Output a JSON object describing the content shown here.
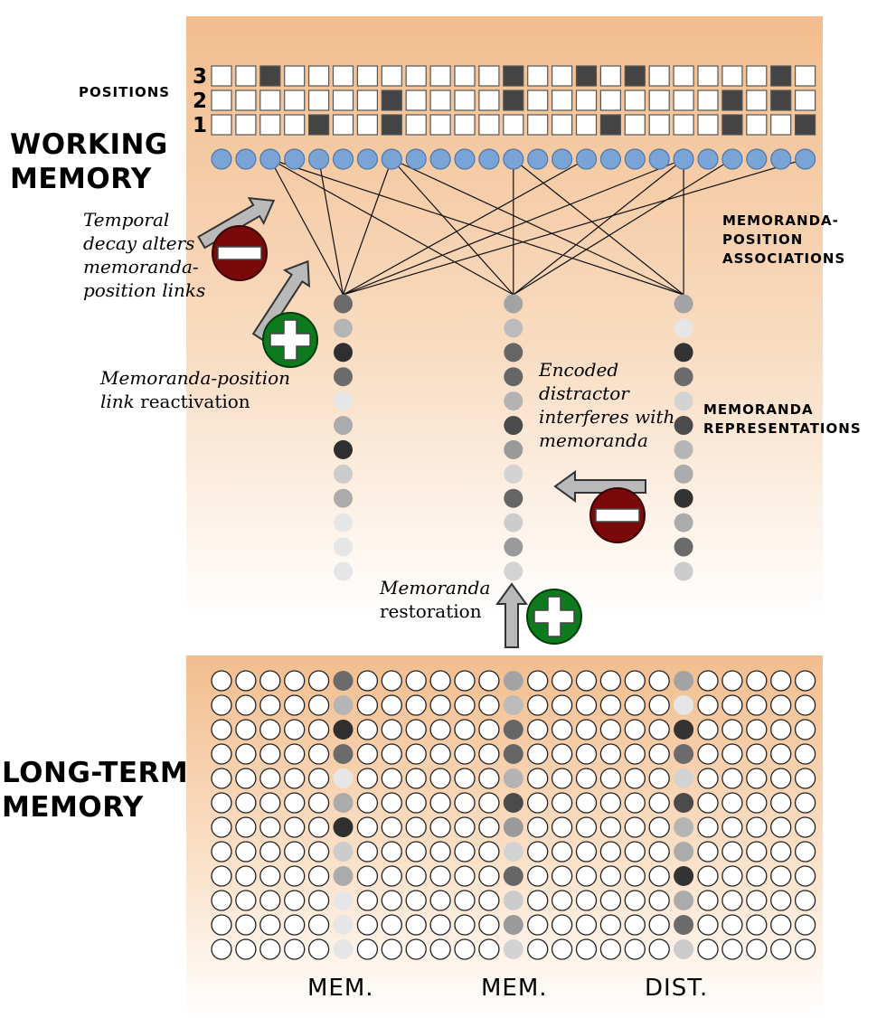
{
  "labels": {
    "working_memory": [
      "WORKING",
      "MEMORY"
    ],
    "long_term_memory": [
      "LONG-TERM",
      "MEMORY"
    ],
    "positions": "POSITIONS",
    "position_numbers": [
      "3",
      "2",
      "1"
    ],
    "associations": [
      "MEMORANDA-",
      "POSITION",
      "ASSOCIATIONS"
    ],
    "representations": [
      "MEMORANDA",
      "REPRESENTATIONS"
    ]
  },
  "annotations": {
    "temporal_decay": [
      "Temporal",
      "decay alters",
      "memoranda-",
      "position links"
    ],
    "reactivation_italic": "Memoranda-position",
    "reactivation_line2_italic": "link",
    "reactivation_line2_plain": " reactivation",
    "distractor": [
      "Encoded",
      "distractor",
      "interferes with",
      "memoranda"
    ],
    "restoration_italic": "Memoranda",
    "restoration_plain": "restoration"
  },
  "column_labels": [
    "MEM.",
    "MEM.",
    "DIST."
  ],
  "colors": {
    "panel_top": "#f2bd8e",
    "panel_bottom": "#ffffff",
    "node_blue": "#7aa3d6",
    "filled_square": "#444444",
    "minus_badge": "#7a0a0a",
    "plus_badge": "#0c7a1d",
    "arrow_fill": "#b9b9b9"
  },
  "diagram": {
    "position_grid": {
      "row3": "0010000000001001010000010",
      "row2": "0000000100001000000001010",
      "row1": "0000100100000000100001001"
    },
    "memory_columns": [
      {
        "name": "MEM.",
        "column_index": 5,
        "shades": [
          "#6b6b6b",
          "#b5b5b5",
          "#2f2f2f",
          "#6b6b6b",
          "#e6e6e6",
          "#ababab",
          "#2f2f2f",
          "#cccccc",
          "#ababab",
          "#e6e6e6",
          "#e6e6e6",
          "#e6e6e6"
        ]
      },
      {
        "name": "MEM.",
        "column_index": 12,
        "shades": [
          "#a3a3a3",
          "#bbbbbb",
          "#666666",
          "#666666",
          "#b3b3b3",
          "#4b4b4b",
          "#9a9a9a",
          "#d3d3d3",
          "#666666",
          "#cccccc",
          "#9a9a9a",
          "#d3d3d3"
        ]
      },
      {
        "name": "DIST.",
        "column_index": 19,
        "shades": [
          "#a3a3a3",
          "#e6e6e6",
          "#333333",
          "#6b6b6b",
          "#d3d3d3",
          "#4b4b4b",
          "#b5b5b5",
          "#ababab",
          "#333333",
          "#ababab",
          "#6b6b6b",
          "#cccccc"
        ]
      }
    ],
    "links": [
      [
        2,
        0
      ],
      [
        2,
        1
      ],
      [
        2,
        2
      ],
      [
        4,
        0
      ],
      [
        7,
        0
      ],
      [
        7,
        1
      ],
      [
        7,
        2
      ],
      [
        12,
        1
      ],
      [
        12,
        2
      ],
      [
        15,
        0
      ],
      [
        19,
        0
      ],
      [
        19,
        1
      ],
      [
        19,
        2
      ],
      [
        21,
        1
      ],
      [
        24,
        0
      ]
    ]
  }
}
